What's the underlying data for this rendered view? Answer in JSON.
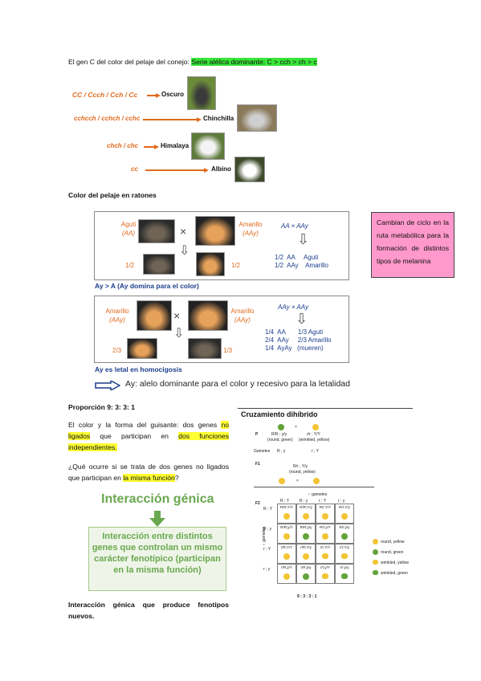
{
  "intro": {
    "text": "El gen C del color del pelaje del conejo: ",
    "highlight": "Serie alélica dominante: C > cch > ch > c"
  },
  "rabbits": [
    {
      "genotype": "CC / Ccch / Cch / Cc",
      "phenotype": "Oscuro"
    },
    {
      "genotype": "cchcch / cchch / cchc",
      "phenotype": "Chinchilla"
    },
    {
      "genotype": "chch / chc",
      "phenotype": "Himalaya"
    },
    {
      "genotype": "cc",
      "phenotype": "Albino"
    }
  ],
  "mouse_heading": "Color del pelaje en ratones",
  "panel1": {
    "left_label": "Aguti",
    "left_geno": "(AA)",
    "right_label": "Amarillo",
    "right_geno": "(AAy)",
    "cross": "AA × AAy",
    "res1_frac": "1/2",
    "res2_frac": "1/2",
    "r1": "1/2  AA     Aguti",
    "r2": "1/2  AAy    Amarillo"
  },
  "dominance_note": "Ay > A (Ay domina para el color)",
  "panel2": {
    "left_label": "Amarillo",
    "left_geno": "(AAy)",
    "right_label": "Amarillo",
    "right_geno": "(AAy)",
    "cross": "AAy × AAy",
    "frac_left": "2/3",
    "frac_right": "1/3",
    "r1": "1/4  AA       1/3 Aguti",
    "r2": "2/4  AAy     2/3 Amarillo",
    "r3": "1/4  AyAy   (mueren)"
  },
  "lethal_note": "Ay es letal en homocigosis",
  "allele_note": "Ay: alelo dominante para el color y recesivo para la letalidad",
  "pink_box": "Cambian de ciclo en la ruta metabólica para la formación de distintos tipos de melanina",
  "ratio_heading": "Proporción 9: 3: 3: 1",
  "pea_para": {
    "a": "El color y la forma del guisante: dos genes ",
    "b": "no ligados",
    "c": " que participan en ",
    "d": "dos funciones independientes."
  },
  "question": {
    "a": "¿Qué ocurre si se trata de dos genes no ligados que participan en ",
    "b": "la misma función",
    "c": "?"
  },
  "interaction": {
    "title": "Interacción génica",
    "box": "Interacción entre distintos genes que controlan un mismo carácter fenotípico (participan en la misma función)"
  },
  "final_note": "Interacción génica que produce fenotipos nuevos.",
  "dihybrid": {
    "title": "Cruzamiento dihíbrido",
    "p_left": "R/R ; y/y",
    "p_left_sub": "(round, green)",
    "p_right": "r/r ; Y/Y",
    "p_right_sub": "(wrinkled, yellow)",
    "gametes": "Gametes",
    "g_left": "R ; y",
    "g_right": "r ; Y",
    "f1_label": "F1",
    "f1_geno": "R/r ; Y/y",
    "f1_sub": "(round, yellow)",
    "f2_label": "F2",
    "col_heads": [
      "R ; Y",
      "R ; y",
      "r ; Y",
      "r ; y"
    ],
    "row_heads": [
      "R ; Y",
      "R ; y",
      "r ; Y",
      "r ; y"
    ],
    "cells": [
      [
        "R/R;Y/Y",
        "R/R;Y/y",
        "R/r;Y/Y",
        "R/r;Y/y"
      ],
      [
        "R/R;y/Y",
        "R/R;y/y",
        "R/r;y/Y",
        "R/r;y/y"
      ],
      [
        "r/R;Y/Y",
        "r/R;Y/y",
        "r/r;Y/Y",
        "r/r;Y/y"
      ],
      [
        "r/R;y/Y",
        "r/R;y/y",
        "r/r;y/Y",
        "r/r;y/y"
      ]
    ],
    "legend": [
      "round, yellow",
      "round, green",
      "wrinkled, yellow",
      "wrinkled, green"
    ],
    "ratio": "9 : 3 : 3 : 1",
    "male_gametes": "♂ gametes",
    "female_gametes": "♀ gametes",
    "colors": {
      "yellow": "#f3c435",
      "green": "#63a33a"
    }
  }
}
